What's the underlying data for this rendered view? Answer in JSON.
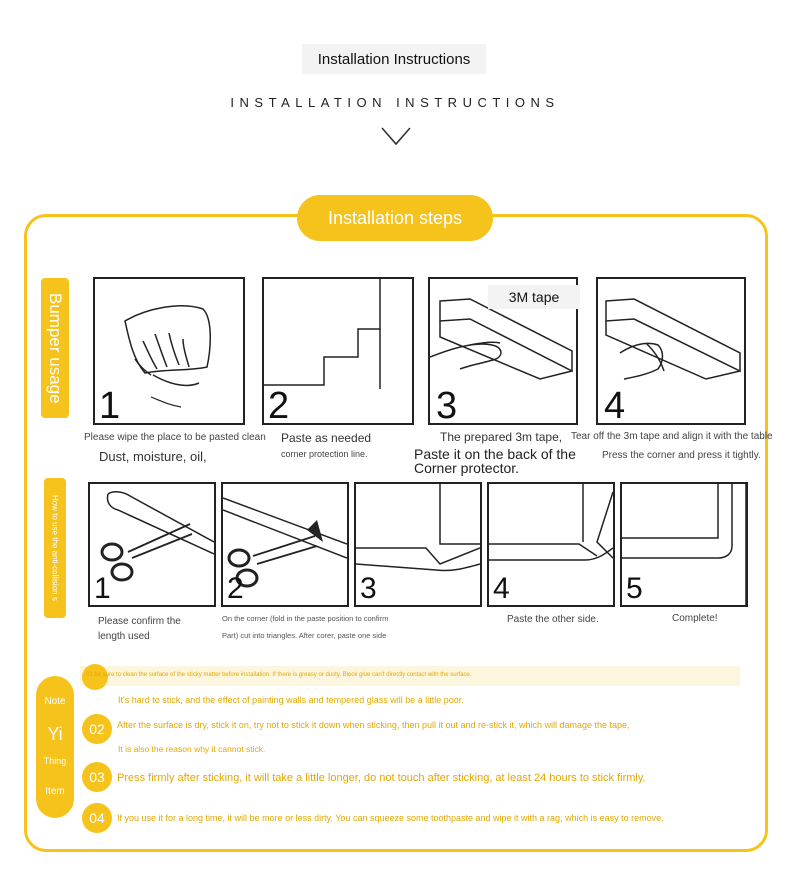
{
  "header": {
    "title": "Installation Instructions",
    "subtitle": "INSTALLATION INSTRUCTIONS"
  },
  "steps_badge": "Installation steps",
  "side_labels": {
    "bumper": "Bumper usage",
    "anti_collision": "How to use the anti-collision s"
  },
  "row1": {
    "numbers": [
      "1",
      "2",
      "3",
      "4"
    ],
    "tape_label": "3M tape",
    "captions": {
      "c1a": "Please wipe the place to be pasted clean",
      "c1b": "Dust, moisture, oil,",
      "c2a": "Paste as needed",
      "c2b": "corner protection line.",
      "c3a": "The prepared 3m tape,",
      "c3b": "Paste it on the back of the Corner protector.",
      "c4a": "Tear off the 3m tape and align it with the table",
      "c4b": "Press the corner and press it tightly."
    }
  },
  "row2": {
    "numbers": [
      "1",
      "2",
      "3",
      "4",
      "5"
    ],
    "captions": {
      "c1": "Please confirm the length used",
      "c2a": "On the corner (fold in the paste position to confirm",
      "c2b": "Part) cut into triangles. After corer, paste one side",
      "c4": "Paste the other side.",
      "c5": "Complete!"
    }
  },
  "notes": {
    "pill": [
      "Note",
      "Yi",
      "Thing",
      "Item"
    ],
    "items": [
      {
        "num": "01",
        "line1": "01 be sure to clean the surface of the sticky matter before installation. If there is greasy or dusty. Block glue can't directly contact with the surface.",
        "line2": "It's hard to stick, and the effect of painting walls and tempered glass will be a little poor."
      },
      {
        "num": "02",
        "line1": "After the surface is dry, stick it on, try not to stick it down when sticking, then pull it out and re-stick it, which will damage the tape,",
        "line2": "It is also the reason why it cannot stick."
      },
      {
        "num": "03",
        "line1": "Press firmly after sticking, it will take a little longer, do not touch after sticking, at least 24 hours to stick firmly."
      },
      {
        "num": "04",
        "line1": "If you use it for a long time, it will be more or less dirty. You can squeeze some toothpaste and wipe it with a rag, which is easy to remove."
      }
    ]
  },
  "colors": {
    "accent": "#f6c21c",
    "note_text": "#e2a800",
    "line": "#222222"
  }
}
